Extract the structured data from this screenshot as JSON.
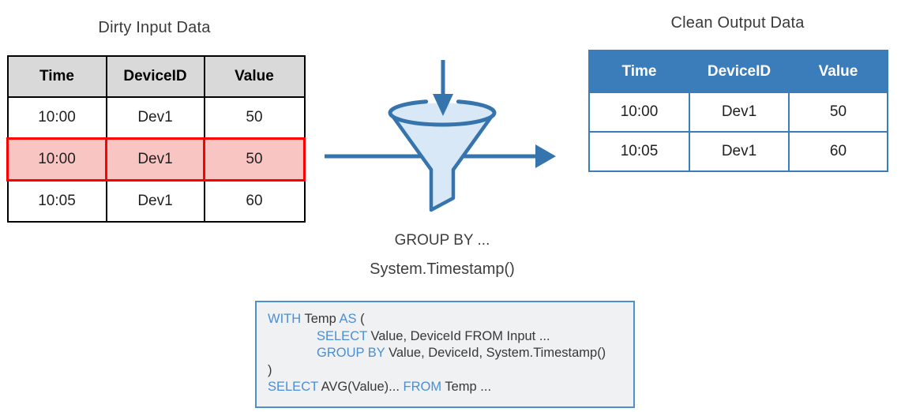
{
  "input_table": {
    "title": "Dirty Input Data",
    "headers": [
      "Time",
      "DeviceID",
      "Value"
    ],
    "rows": [
      [
        "10:00",
        "Dev1",
        "50"
      ],
      [
        "10:00",
        "Dev1",
        "50"
      ],
      [
        "10:05",
        "Dev1",
        "60"
      ]
    ],
    "highlighted_row_index": 1
  },
  "output_table": {
    "title": "Clean Output Data",
    "headers": [
      "Time",
      "DeviceID",
      "Value"
    ],
    "rows": [
      [
        "10:00",
        "Dev1",
        "50"
      ],
      [
        "10:05",
        "Dev1",
        "60"
      ]
    ]
  },
  "funnel": {
    "caption_line1": "GROUP BY ...",
    "caption_line2": "System.Timestamp()"
  },
  "icons": {
    "funnel": "funnel-icon",
    "input_arrow": "arrow-down-icon",
    "flow_arrow": "arrow-right-icon"
  },
  "code_box": {
    "line1": {
      "kw1": "WITH",
      "txt1": " Temp ",
      "kw2": "AS",
      "txt2": " ("
    },
    "line2": {
      "kw1": "SELECT",
      "txt1": " Value, DeviceId FROM Input ..."
    },
    "line3": {
      "kw1": "GROUP BY",
      "txt1": " Value, DeviceId, System.Timestamp()"
    },
    "line4": {
      "txt1": ")"
    },
    "line5": {
      "kw1": "SELECT",
      "txt1": " AVG(Value)... ",
      "kw2": "FROM",
      "txt2": " Temp ..."
    }
  },
  "colors": {
    "output_header_blue": "#3b7cba",
    "input_header_gray": "#d9d9d9",
    "highlight_fill_pink": "#f9c5c3",
    "highlight_border_red": "#fe0000",
    "funnel_stroke_blue": "#3674ad",
    "funnel_fill_light_blue": "#d8e8f7",
    "keyword_blue": "#4b8fd2",
    "code_box_bg": "#eff1f3",
    "code_box_border": "#4e90cc",
    "text_dark": "#3a3a3a"
  }
}
